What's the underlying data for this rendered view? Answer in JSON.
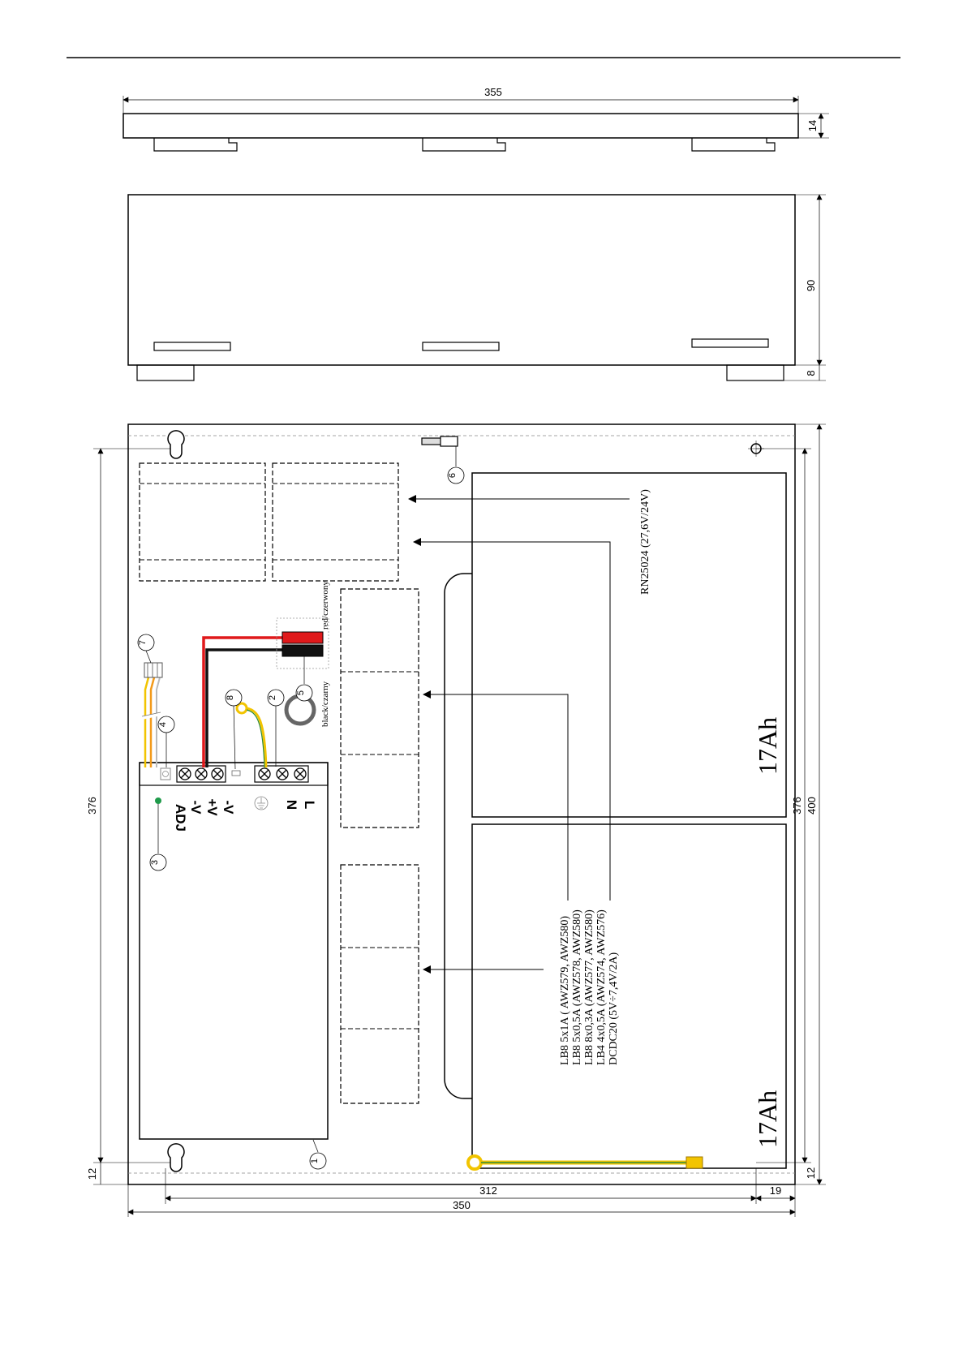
{
  "dimensions": {
    "top_width": "355",
    "top_height": "14",
    "side_height": "90",
    "foot_height": "8",
    "inner_height": "376",
    "outer_height": "400",
    "inner_height_right": "376",
    "left_376": "376",
    "bottom_left_12": "12",
    "bottom_right_12": "12",
    "mount_spacing": "312",
    "right_offset": "19",
    "total_width": "350"
  },
  "terminals": {
    "adj": "ADJ",
    "minus_v_1": "-V",
    "plus_v": "+V",
    "minus_v_2": "-V",
    "n": "N",
    "l": "L"
  },
  "callouts": [
    "1",
    "2",
    "3",
    "4",
    "5",
    "6",
    "7",
    "8"
  ],
  "wires": {
    "red": "red/czerwony",
    "black": "black/czarny"
  },
  "batteries": {
    "top": "17Ah",
    "bottom": "17Ah"
  },
  "modules": {
    "upper_label": "RN25024 (27,6V/24V)",
    "lower_labels": [
      "LB8 5x1A ( AWZ579, AWZ580)",
      "LB8 5x0,5A (AWZ578, AWZ580)",
      "LB8 8x0,3A (AWZ577, AWZ580)",
      "LB4 4x0,5A (AWZ574, AWZ576)",
      "DCDC20 (5V÷7,4V/2A)"
    ]
  },
  "colors": {
    "wire_red": "#e0191b",
    "wire_black": "#111111",
    "wire_yellow": "#f2c400",
    "wire_green": "#2e8b3a",
    "led_green": "#1f9a4a",
    "line": "#000000"
  }
}
